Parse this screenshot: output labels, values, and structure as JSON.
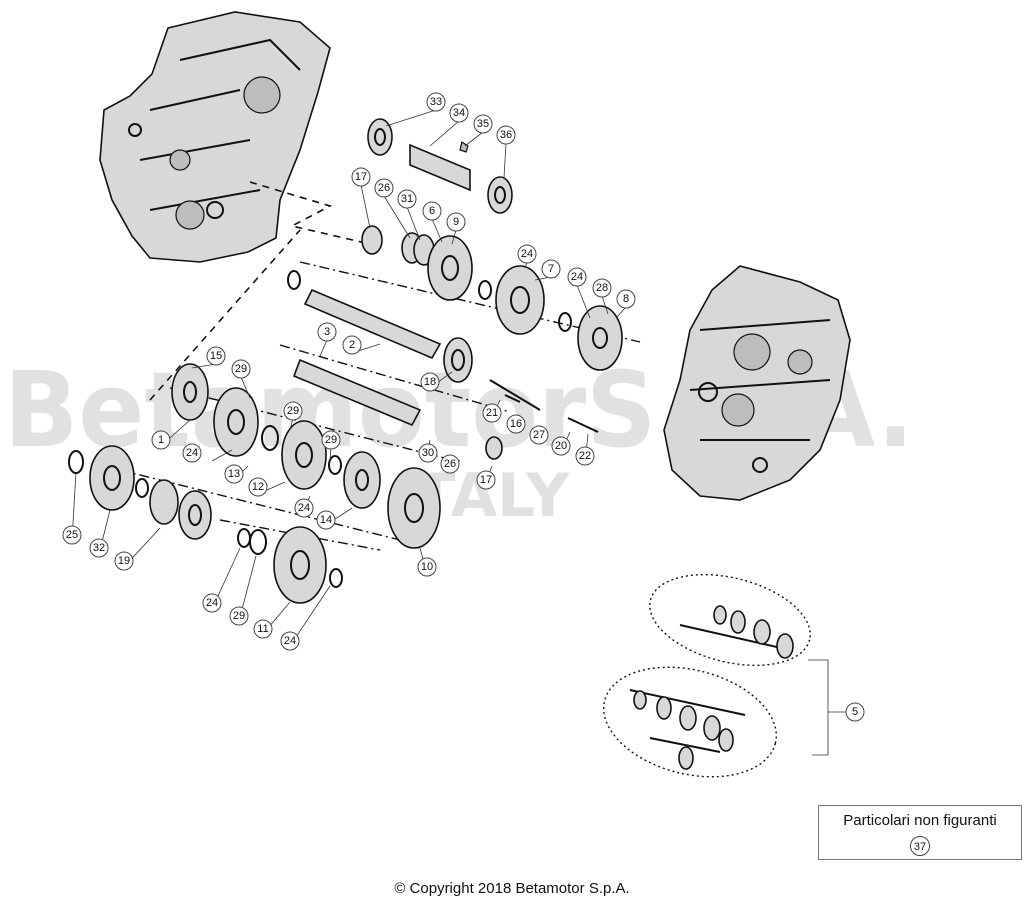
{
  "watermark": {
    "brand": "BetamotorS.p.A.",
    "sub": "ITALY"
  },
  "callouts": [
    {
      "id": "c33",
      "label": "33"
    },
    {
      "id": "c34",
      "label": "34"
    },
    {
      "id": "c35",
      "label": "35"
    },
    {
      "id": "c36",
      "label": "36"
    },
    {
      "id": "c17a",
      "label": "17"
    },
    {
      "id": "c26a",
      "label": "26"
    },
    {
      "id": "c31",
      "label": "31"
    },
    {
      "id": "c6",
      "label": "6"
    },
    {
      "id": "c9",
      "label": "9"
    },
    {
      "id": "c24a",
      "label": "24"
    },
    {
      "id": "c7",
      "label": "7"
    },
    {
      "id": "c24b",
      "label": "24"
    },
    {
      "id": "c28",
      "label": "28"
    },
    {
      "id": "c8",
      "label": "8"
    },
    {
      "id": "c3",
      "label": "3"
    },
    {
      "id": "c2",
      "label": "2"
    },
    {
      "id": "c15",
      "label": "15"
    },
    {
      "id": "c29a",
      "label": "29"
    },
    {
      "id": "c18",
      "label": "18"
    },
    {
      "id": "c29b",
      "label": "29"
    },
    {
      "id": "c21",
      "label": "21"
    },
    {
      "id": "c16",
      "label": "16"
    },
    {
      "id": "c27",
      "label": "27"
    },
    {
      "id": "c20",
      "label": "20"
    },
    {
      "id": "c22",
      "label": "22"
    },
    {
      "id": "c1",
      "label": "1"
    },
    {
      "id": "c29c",
      "label": "29"
    },
    {
      "id": "c30",
      "label": "30"
    },
    {
      "id": "c24c",
      "label": "24"
    },
    {
      "id": "c13",
      "label": "13"
    },
    {
      "id": "c26b",
      "label": "26"
    },
    {
      "id": "c17b",
      "label": "17"
    },
    {
      "id": "c12",
      "label": "12"
    },
    {
      "id": "c24d",
      "label": "24"
    },
    {
      "id": "c14",
      "label": "14"
    },
    {
      "id": "c25",
      "label": "25"
    },
    {
      "id": "c32",
      "label": "32"
    },
    {
      "id": "c19",
      "label": "19"
    },
    {
      "id": "c10",
      "label": "10"
    },
    {
      "id": "c24e",
      "label": "24"
    },
    {
      "id": "c29d",
      "label": "29"
    },
    {
      "id": "c11",
      "label": "11"
    },
    {
      "id": "c24f",
      "label": "24"
    },
    {
      "id": "c5",
      "label": "5"
    }
  ],
  "not_shown": {
    "title": "Particolari non figuranti",
    "number": "37"
  },
  "copyright": "© Copyright 2018 Betamotor S.p.A."
}
